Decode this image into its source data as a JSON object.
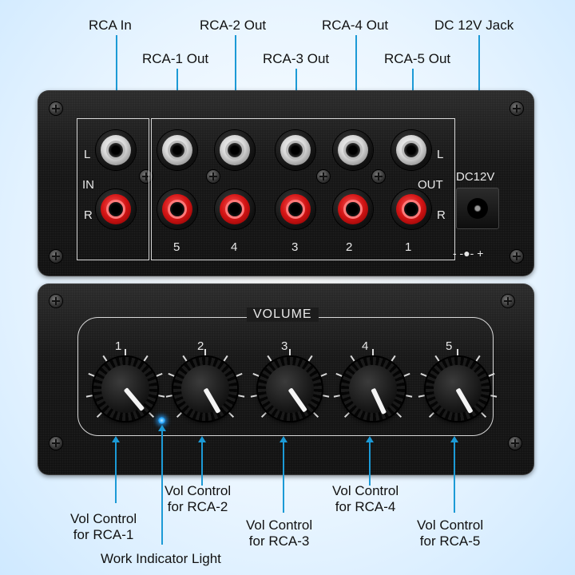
{
  "callouts": {
    "rca_in": "RCA In",
    "rca1_out": "RCA-1 Out",
    "rca2_out": "RCA-2 Out",
    "rca3_out": "RCA-3 Out",
    "rca4_out": "RCA-4 Out",
    "rca5_out": "RCA-5 Out",
    "dc_jack": "DC 12V Jack",
    "vol1": [
      "Vol Control",
      "for RCA-1"
    ],
    "vol2": [
      "Vol Control",
      "for RCA-2"
    ],
    "vol3": [
      "Vol Control",
      "for RCA-3"
    ],
    "vol4": [
      "Vol Control",
      "for RCA-4"
    ],
    "vol5": [
      "Vol Control",
      "for RCA-5"
    ],
    "work_light": "Work Indicator Light"
  },
  "rear_panel": {
    "in_label": "IN",
    "out_label": "OUT",
    "left_label": "L",
    "right_label": "R",
    "dc_label": "DC12V",
    "polarity": "- -●- +",
    "output_numbers": [
      "5",
      "4",
      "3",
      "2",
      "1"
    ]
  },
  "front_panel": {
    "volume_label": "VOLUME",
    "knob_numbers": [
      "1",
      "2",
      "3",
      "4",
      "5"
    ]
  },
  "colors": {
    "leader": "#1c9ad6",
    "led": "#2aa9ff",
    "jack_left": "#e0e0e0",
    "jack_right": "#d21414"
  }
}
